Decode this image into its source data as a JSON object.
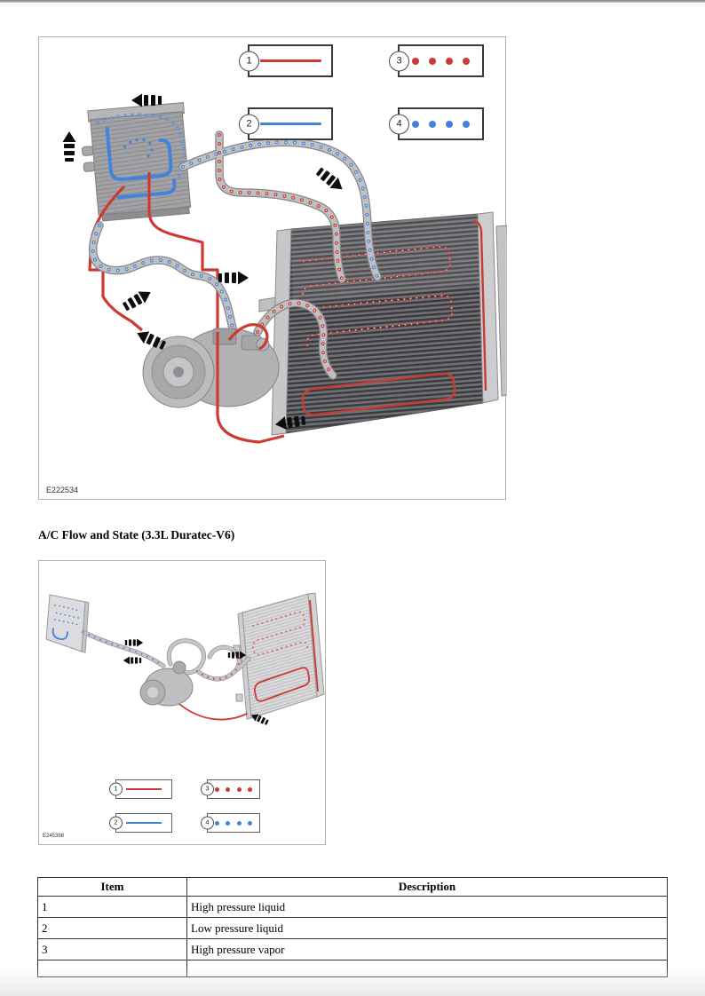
{
  "page": {
    "heading": "A/C Flow and State (3.3L Duratec-V6)"
  },
  "figures": {
    "main": {
      "label": "E222534",
      "legend": [
        {
          "num": "1",
          "swatch": "solid-red-line"
        },
        {
          "num": "2",
          "swatch": "solid-blue-line"
        },
        {
          "num": "3",
          "swatch": "red-dots"
        },
        {
          "num": "4",
          "swatch": "blue-dots"
        }
      ]
    },
    "small": {
      "label": "E245398",
      "legend": [
        {
          "num": "1",
          "swatch": "solid-red-line"
        },
        {
          "num": "2",
          "swatch": "solid-blue-line"
        },
        {
          "num": "3",
          "swatch": "red-dots"
        },
        {
          "num": "4",
          "swatch": "blue-dots"
        }
      ]
    }
  },
  "table": {
    "headers": [
      "Item",
      "Description"
    ],
    "rows": [
      [
        "1",
        "High pressure liquid"
      ],
      [
        "2",
        "Low pressure liquid"
      ],
      [
        "3",
        "High pressure vapor"
      ]
    ]
  },
  "colors": {
    "high_pressure_red": "#cc3a31",
    "low_pressure_blue": "#4284dc",
    "figure_border": "#b0b0b0",
    "table_border": "#333333"
  }
}
